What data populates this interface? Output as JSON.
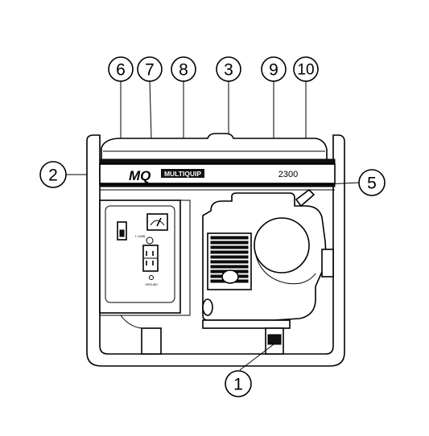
{
  "diagram": {
    "brand_logo": "MQ",
    "brand_name": "MULTIQUIP",
    "model_number": "2300",
    "panel_labels": {
      "breaker": "1 LAMB",
      "ground": "GROUND"
    },
    "callouts": [
      "1",
      "2",
      "3",
      "5",
      "6",
      "7",
      "8",
      "9",
      "10"
    ]
  }
}
